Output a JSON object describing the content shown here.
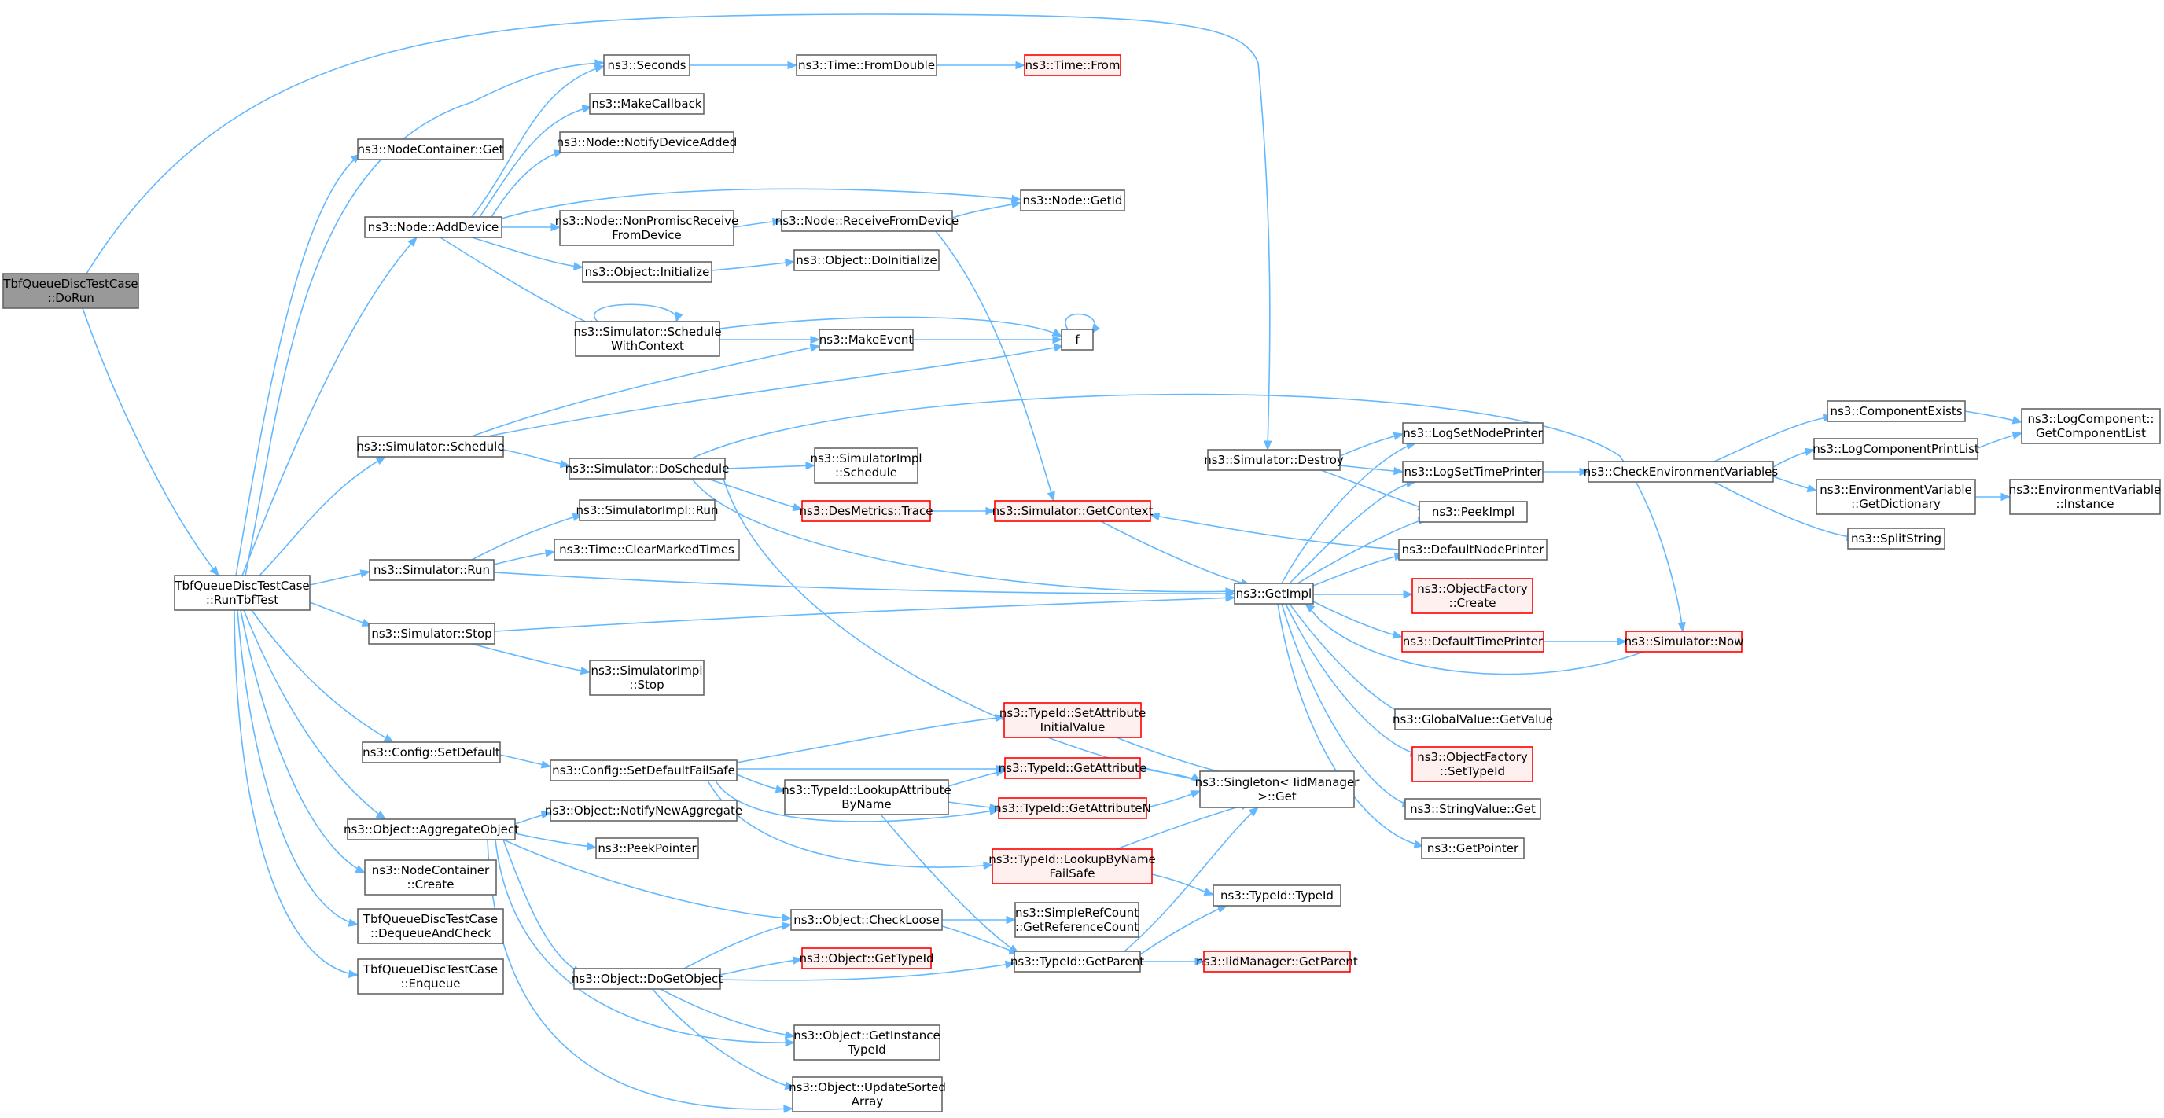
{
  "colors": {
    "edge": "#63b8ff",
    "node_border": "#666666",
    "node_fill": "#ffffff",
    "root_fill": "#999999",
    "truncated_border": "#ff0000",
    "truncated_fill": "#fff0f0"
  },
  "nodes": [
    {
      "id": "n_dorun",
      "lines": [
        "TbfQueueDiscTestCase",
        "::DoRun"
      ],
      "style": "root"
    },
    {
      "id": "n_runtbf",
      "lines": [
        "TbfQueueDiscTestCase",
        "::RunTbfTest"
      ],
      "style": "normal"
    },
    {
      "id": "n_nc_get",
      "lines": [
        "ns3::NodeContainer::Get"
      ],
      "style": "normal"
    },
    {
      "id": "n_adddevice",
      "lines": [
        "ns3::Node::AddDevice"
      ],
      "style": "normal"
    },
    {
      "id": "n_sim_schedule",
      "lines": [
        "ns3::Simulator::Schedule"
      ],
      "style": "normal"
    },
    {
      "id": "n_sim_run",
      "lines": [
        "ns3::Simulator::Run"
      ],
      "style": "normal"
    },
    {
      "id": "n_sim_stop",
      "lines": [
        "ns3::Simulator::Stop"
      ],
      "style": "normal"
    },
    {
      "id": "n_cfg_setdefault",
      "lines": [
        "ns3::Config::SetDefault"
      ],
      "style": "normal"
    },
    {
      "id": "n_aggregate",
      "lines": [
        "ns3::Object::AggregateObject"
      ],
      "style": "normal"
    },
    {
      "id": "n_nc_create",
      "lines": [
        "ns3::NodeContainer",
        "::Create"
      ],
      "style": "normal"
    },
    {
      "id": "n_dequeue",
      "lines": [
        "TbfQueueDiscTestCase",
        "::DequeueAndCheck"
      ],
      "style": "normal"
    },
    {
      "id": "n_enqueue",
      "lines": [
        "TbfQueueDiscTestCase",
        "::Enqueue"
      ],
      "style": "normal"
    },
    {
      "id": "n_seconds",
      "lines": [
        "ns3::Seconds"
      ],
      "style": "normal"
    },
    {
      "id": "n_makecallback",
      "lines": [
        "ns3::MakeCallback"
      ],
      "style": "normal"
    },
    {
      "id": "n_notifydev",
      "lines": [
        "ns3::Node::NotifyDeviceAdded"
      ],
      "style": "normal"
    },
    {
      "id": "n_nonpromisc",
      "lines": [
        "ns3::Node::NonPromiscReceive",
        "FromDevice"
      ],
      "style": "normal"
    },
    {
      "id": "n_initialize",
      "lines": [
        "ns3::Object::Initialize"
      ],
      "style": "normal"
    },
    {
      "id": "n_schedwithctx",
      "lines": [
        "ns3::Simulator::Schedule",
        "WithContext"
      ],
      "style": "normal"
    },
    {
      "id": "n_doschedule",
      "lines": [
        "ns3::Simulator::DoSchedule"
      ],
      "style": "normal"
    },
    {
      "id": "n_implrun",
      "lines": [
        "ns3::SimulatorImpl::Run"
      ],
      "style": "normal"
    },
    {
      "id": "n_clearmarked",
      "lines": [
        "ns3::Time::ClearMarkedTimes"
      ],
      "style": "normal"
    },
    {
      "id": "n_implstop",
      "lines": [
        "ns3::SimulatorImpl",
        "::Stop"
      ],
      "style": "normal"
    },
    {
      "id": "n_setdefaultfailsafe",
      "lines": [
        "ns3::Config::SetDefaultFailSafe"
      ],
      "style": "normal"
    },
    {
      "id": "n_notifyagg",
      "lines": [
        "ns3::Object::NotifyNewAggregate"
      ],
      "style": "normal"
    },
    {
      "id": "n_peekpointer",
      "lines": [
        "ns3::PeekPointer"
      ],
      "style": "normal"
    },
    {
      "id": "n_dogetobject",
      "lines": [
        "ns3::Object::DoGetObject"
      ],
      "style": "normal"
    },
    {
      "id": "n_fromdouble",
      "lines": [
        "ns3::Time::FromDouble"
      ],
      "style": "normal"
    },
    {
      "id": "n_timefrom",
      "lines": [
        "ns3::Time::From"
      ],
      "style": "red"
    },
    {
      "id": "n_receivefromdev",
      "lines": [
        "ns3::Node::ReceiveFromDevice"
      ],
      "style": "normal"
    },
    {
      "id": "n_getid",
      "lines": [
        "ns3::Node::GetId"
      ],
      "style": "normal"
    },
    {
      "id": "n_doinitialize",
      "lines": [
        "ns3::Object::DoInitialize"
      ],
      "style": "normal"
    },
    {
      "id": "n_makeevent",
      "lines": [
        "ns3::MakeEvent"
      ],
      "style": "normal"
    },
    {
      "id": "n_f",
      "lines": [
        "f"
      ],
      "style": "normal"
    },
    {
      "id": "n_implschedule",
      "lines": [
        "ns3::SimulatorImpl",
        "::Schedule"
      ],
      "style": "normal"
    },
    {
      "id": "n_desmetrics",
      "lines": [
        "ns3::DesMetrics::Trace"
      ],
      "style": "red"
    },
    {
      "id": "n_getcontext",
      "lines": [
        "ns3::Simulator::GetContext"
      ],
      "style": "red"
    },
    {
      "id": "n_destroy",
      "lines": [
        "ns3::Simulator::Destroy"
      ],
      "style": "normal"
    },
    {
      "id": "n_getimpl",
      "lines": [
        "ns3::GetImpl"
      ],
      "style": "normal"
    },
    {
      "id": "n_setattrinit",
      "lines": [
        "ns3::TypeId::SetAttribute",
        "InitialValue"
      ],
      "style": "red"
    },
    {
      "id": "n_getattribute",
      "lines": [
        "ns3::TypeId::GetAttribute"
      ],
      "style": "red"
    },
    {
      "id": "n_lookupattr",
      "lines": [
        "ns3::TypeId::LookupAttribute",
        "ByName"
      ],
      "style": "normal"
    },
    {
      "id": "n_getattributen",
      "lines": [
        "ns3::TypeId::GetAttributeN"
      ],
      "style": "red"
    },
    {
      "id": "n_singleton",
      "lines": [
        "ns3::Singleton< IidManager",
        " >::Get"
      ],
      "style": "normal"
    },
    {
      "id": "n_lookupbyname",
      "lines": [
        "ns3::TypeId::LookupByName",
        "FailSafe"
      ],
      "style": "red"
    },
    {
      "id": "n_checkloose",
      "lines": [
        "ns3::Object::CheckLoose"
      ],
      "style": "normal"
    },
    {
      "id": "n_getrefcount",
      "lines": [
        "ns3::SimpleRefCount",
        "::GetReferenceCount"
      ],
      "style": "normal"
    },
    {
      "id": "n_gettypeid",
      "lines": [
        "ns3::Object::GetTypeId"
      ],
      "style": "red"
    },
    {
      "id": "n_getparent",
      "lines": [
        "ns3::TypeId::GetParent"
      ],
      "style": "normal"
    },
    {
      "id": "n_iidgetparent",
      "lines": [
        "ns3::IidManager::GetParent"
      ],
      "style": "red"
    },
    {
      "id": "n_typeid",
      "lines": [
        "ns3::TypeId::TypeId"
      ],
      "style": "normal"
    },
    {
      "id": "n_getinstancetypeid",
      "lines": [
        "ns3::Object::GetInstance",
        "TypeId"
      ],
      "style": "normal"
    },
    {
      "id": "n_updatesorted",
      "lines": [
        "ns3::Object::UpdateSorted",
        "Array"
      ],
      "style": "normal"
    },
    {
      "id": "n_logsetnodeprinter",
      "lines": [
        "ns3::LogSetNodePrinter"
      ],
      "style": "normal"
    },
    {
      "id": "n_logsettimeprinter",
      "lines": [
        "ns3::LogSetTimePrinter"
      ],
      "style": "normal"
    },
    {
      "id": "n_peekimpl",
      "lines": [
        "ns3::PeekImpl"
      ],
      "style": "normal"
    },
    {
      "id": "n_defaultnodeprinter",
      "lines": [
        "ns3::DefaultNodePrinter"
      ],
      "style": "normal"
    },
    {
      "id": "n_objfactcreate",
      "lines": [
        "ns3::ObjectFactory",
        "::Create"
      ],
      "style": "red"
    },
    {
      "id": "n_defaulttimeprinter",
      "lines": [
        "ns3::DefaultTimePrinter"
      ],
      "style": "red"
    },
    {
      "id": "n_simnow",
      "lines": [
        "ns3::Simulator::Now"
      ],
      "style": "red"
    },
    {
      "id": "n_globalvalue",
      "lines": [
        "ns3::GlobalValue::GetValue"
      ],
      "style": "normal"
    },
    {
      "id": "n_objfactsettypeid",
      "lines": [
        "ns3::ObjectFactory",
        "::SetTypeId"
      ],
      "style": "red"
    },
    {
      "id": "n_stringvalue",
      "lines": [
        "ns3::StringValue::Get"
      ],
      "style": "normal"
    },
    {
      "id": "n_getpointer",
      "lines": [
        "ns3::GetPointer"
      ],
      "style": "normal"
    },
    {
      "id": "n_checkenv",
      "lines": [
        "ns3::CheckEnvironmentVariables"
      ],
      "style": "normal"
    },
    {
      "id": "n_compexists",
      "lines": [
        "ns3::ComponentExists"
      ],
      "style": "normal"
    },
    {
      "id": "n_logcompprint",
      "lines": [
        "ns3::LogComponentPrintList"
      ],
      "style": "normal"
    },
    {
      "id": "n_envgetdict",
      "lines": [
        "ns3::EnvironmentVariable",
        "::GetDictionary"
      ],
      "style": "normal"
    },
    {
      "id": "n_splitstring",
      "lines": [
        "ns3::SplitString"
      ],
      "style": "normal"
    },
    {
      "id": "n_logcompgetlist",
      "lines": [
        "ns3::LogComponent::",
        "GetComponentList"
      ],
      "style": "normal"
    },
    {
      "id": "n_envinstance",
      "lines": [
        "ns3::EnvironmentVariable",
        "::Instance"
      ],
      "style": "normal"
    }
  ]
}
